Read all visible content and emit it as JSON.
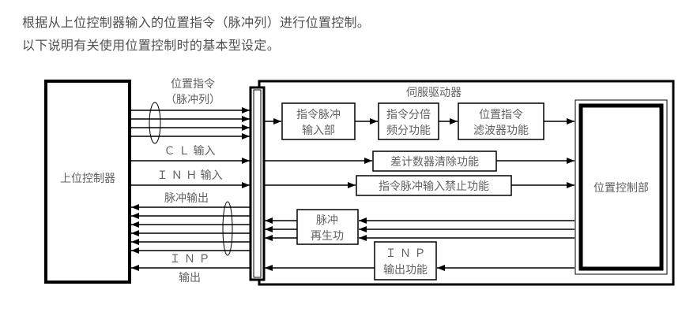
{
  "intro": {
    "line1": "根据从上位控制器输入的位置指令（脉冲列）进行位置控制。",
    "line2": "以下说明有关使用位置控制时的基本型设定。"
  },
  "diagram": {
    "host_controller": "上位控制器",
    "servo_driver": "伺服驱动器",
    "position_control_unit": "位置控制部",
    "signals": {
      "position_command_line1": "位置指令",
      "position_command_line2": "（脉冲列）",
      "cl_input": "Ｃ Ｌ 输入",
      "inh_input": "Ｉ Ｎ Ｈ 输入",
      "pulse_output": "脉冲输出",
      "inp_output_line1": "Ｉ Ｎ Ｐ",
      "inp_output_line2": "输出"
    },
    "blocks": {
      "cmd_pulse_input_line1": "指令脉冲",
      "cmd_pulse_input_line2": "输入部",
      "cmd_division_line1": "指令分倍",
      "cmd_division_line2": "频分功能",
      "pos_cmd_filter_line1": "位置指令",
      "pos_cmd_filter_line2": "滤波器功能",
      "deviation_counter_clear": "差计数器清除功能",
      "cmd_pulse_inhibit": "指令脉冲输入禁止功能",
      "pulse_regen_line1": "脉冲",
      "pulse_regen_line2": "再生功",
      "inp_output_func_line1": "Ｉ Ｎ Ｐ",
      "inp_output_func_line2": "输出功能"
    }
  }
}
